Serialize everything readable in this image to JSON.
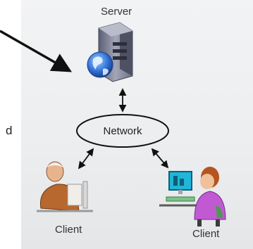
{
  "diagram": {
    "server_label": "Server",
    "network_label": "Network",
    "client_left_label": "Client",
    "client_right_label": "Client",
    "edge_text": "d"
  },
  "colors": {
    "background": "#eceeef",
    "arrow": "#111111",
    "server_body": "#7c7f8e",
    "globe": "#2f6fd6",
    "monitor": "#1fb6d9"
  }
}
